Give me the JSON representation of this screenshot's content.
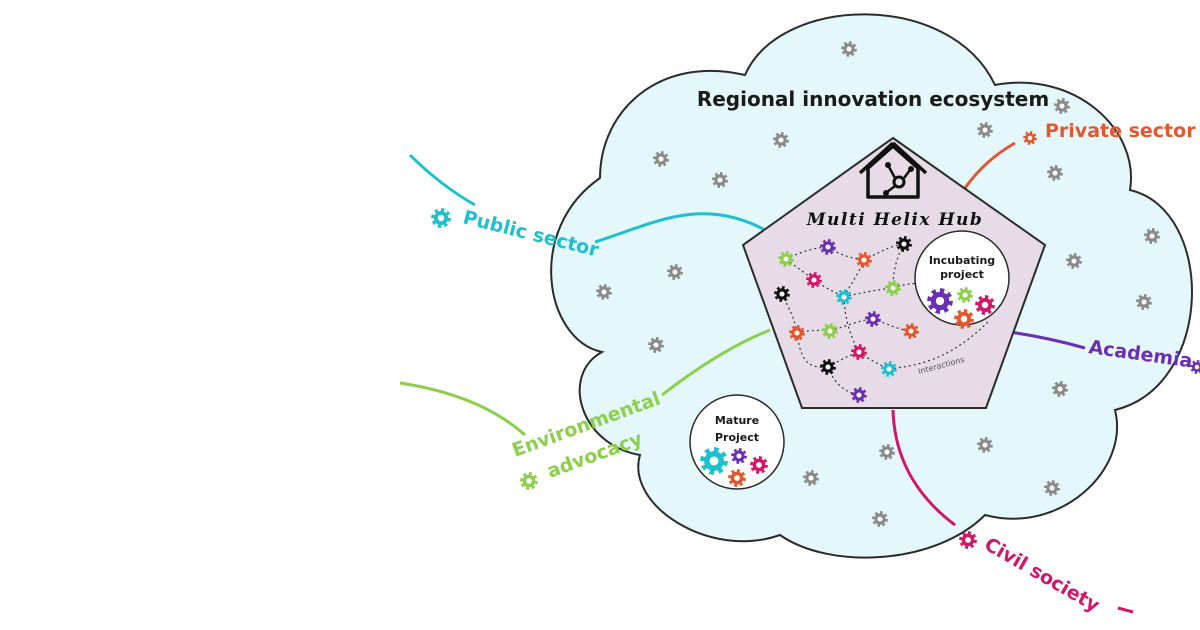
{
  "title": "Regional innovation ecosystem",
  "hub": {
    "name": "Multi Helix Hub",
    "link_label": "Interactions"
  },
  "incubating": {
    "line1": "Incubating",
    "line2": "project"
  },
  "mature": {
    "line1": "Mature",
    "line2": "Project"
  },
  "sectors": {
    "public": {
      "label": "Public sector",
      "color": "#1ec0cf"
    },
    "private": {
      "label": "Private sector",
      "color": "#e4572e"
    },
    "academia": {
      "label": "Academia",
      "color": "#6a2fb3"
    },
    "civil": {
      "label": "Civil society",
      "color": "#d1176a"
    },
    "environmental": {
      "line1": "Environmental",
      "line2": "advocacy",
      "color": "#8bcf4a"
    }
  },
  "colors": {
    "cloud_fill": "#e4f7fb",
    "cloud_stroke": "#2b2b2b",
    "hub_fill": "#e6dbe6",
    "gear_grey": "#8a8a8a",
    "gear_black": "#111111"
  },
  "icons": [
    "gear-icon",
    "house-network-icon"
  ]
}
